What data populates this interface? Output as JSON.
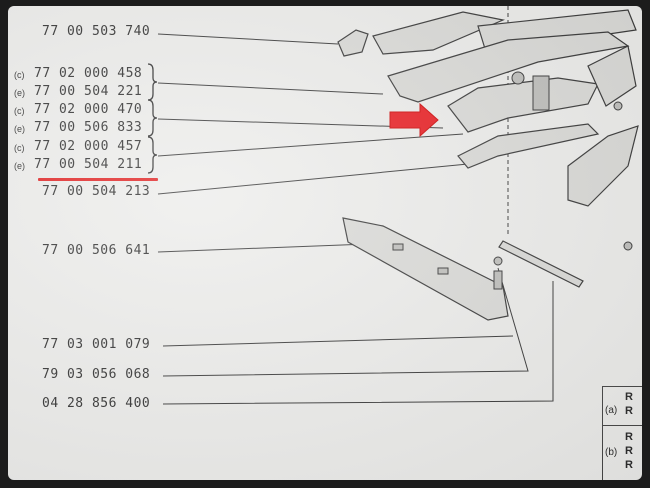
{
  "part_list": [
    {
      "code": "",
      "number": "77 00 503 740"
    },
    {
      "code": "(c)",
      "number": "77 02 000 458"
    },
    {
      "code": "(e)",
      "number": "77 00 504 221"
    },
    {
      "code": "(c)",
      "number": "77 02 000 470"
    },
    {
      "code": "(e)",
      "number": "77 00 506 833"
    },
    {
      "code": "(c)",
      "number": "77 02 000 457"
    },
    {
      "code": "(e)",
      "number": "77 00 504 211"
    },
    {
      "code": "",
      "number": "77 00 504 213"
    },
    {
      "code": "",
      "number": "77 00 506 641"
    },
    {
      "code": "",
      "number": "77 03 001 079"
    },
    {
      "code": "",
      "number": "79 03 056 068"
    },
    {
      "code": "",
      "number": "04 28 856 400"
    }
  ],
  "legend": {
    "a_label": "(a)",
    "b_label": "(b)",
    "a_values": [
      "R",
      "R"
    ],
    "b_values": [
      "R",
      "R",
      "R"
    ]
  },
  "colors": {
    "highlight": "#e01b1b",
    "ink": "#2a2a2a",
    "paper": "#ececea"
  }
}
